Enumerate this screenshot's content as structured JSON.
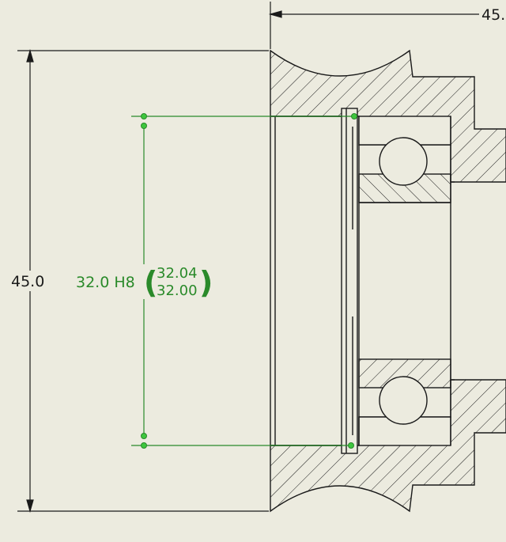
{
  "drawing": {
    "background": "#ecebdf",
    "line_color": "#1a1a1a",
    "highlight_color": "#2a8a2a",
    "grip_color": "#3ec63e",
    "parts": [
      "pulley-body",
      "axle-shaft",
      "bearing-top",
      "bearing-bottom",
      "retaining-ring"
    ]
  },
  "dimensions": {
    "overall_height": {
      "value": "45.0"
    },
    "top_length": {
      "value": "45."
    },
    "bore": {
      "nominal": "32.0 H8",
      "upper_limit": "32.04",
      "lower_limit": "32.00"
    }
  }
}
